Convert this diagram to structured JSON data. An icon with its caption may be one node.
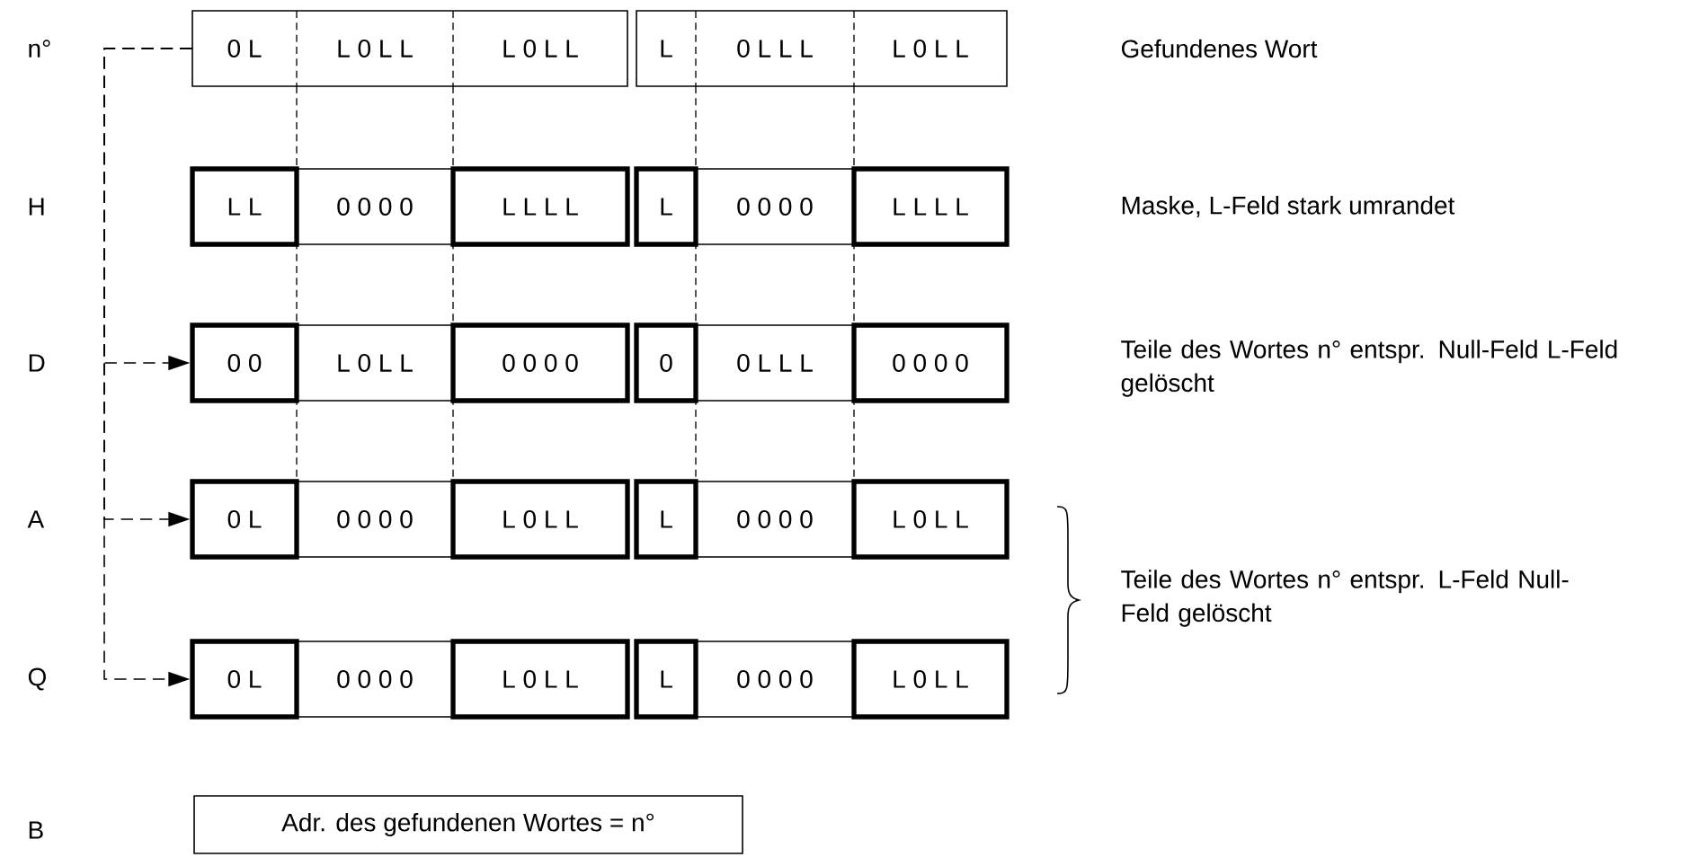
{
  "diagram": {
    "nodes": [
      {
        "text": [
          "0 L"
        ]
      },
      {
        "text": [
          "L 0 L L"
        ]
      },
      {
        "text": [
          "L 0 L L"
        ]
      },
      {
        "text": [
          "L"
        ]
      },
      {
        "text": [
          "0 L L L"
        ]
      },
      {
        "text": [
          "L 0 L L"
        ]
      },
      {
        "text": [
          "L L"
        ]
      },
      {
        "text": [
          "0 0 0 0"
        ]
      },
      {
        "text": [
          "L L L L"
        ]
      },
      {
        "text": [
          "L"
        ]
      },
      {
        "text": [
          "0 0 0 0"
        ]
      },
      {
        "text": [
          "L L L L"
        ]
      },
      {
        "text": [
          "0 0"
        ]
      },
      {
        "text": [
          "L 0 L L"
        ]
      },
      {
        "text": [
          "0 0 0 0"
        ]
      },
      {
        "text": [
          "0"
        ]
      },
      {
        "text": [
          "0 L L L"
        ]
      },
      {
        "text": [
          "0 0 0 0"
        ]
      },
      {
        "text": [
          "0 L"
        ]
      },
      {
        "text": [
          "0 0 0 0"
        ]
      },
      {
        "text": [
          "L 0 L L"
        ]
      },
      {
        "text": [
          "L"
        ]
      },
      {
        "text": [
          "0 0 0 0"
        ]
      },
      {
        "text": [
          "L 0 L L"
        ]
      },
      {
        "text": [
          "0 L"
        ]
      },
      {
        "text": [
          "0 0 0 0"
        ]
      },
      {
        "text": [
          "L 0 L L"
        ]
      },
      {
        "text": [
          "L"
        ]
      },
      {
        "text": [
          "0 0 0 0"
        ]
      },
      {
        "text": [
          "L 0 L L"
        ]
      },
      {
        "text": [
          "Adr. des gefundenen Wortes = n°"
        ]
      }
    ],
    "edges": [
      {
        "from": 0,
        "to": 12,
        "arrow": "to",
        "style": "dashed"
      },
      {
        "from": 0,
        "to": 18,
        "arrow": "to",
        "style": "dashed"
      },
      {
        "from": 0,
        "to": 24,
        "arrow": "to",
        "style": "dashed"
      }
    ],
    "labels": [
      "n°",
      "Gefundenes Wort",
      "H",
      "Maske, L-Feld stark umrandet",
      "D",
      "Teile des Wortes n° entspr. Null-Feld L-Feld gelöscht",
      "A",
      "Q",
      "Teile des Wortes n° entspr. L-Feld Null-Feld gelöscht",
      "B"
    ]
  }
}
